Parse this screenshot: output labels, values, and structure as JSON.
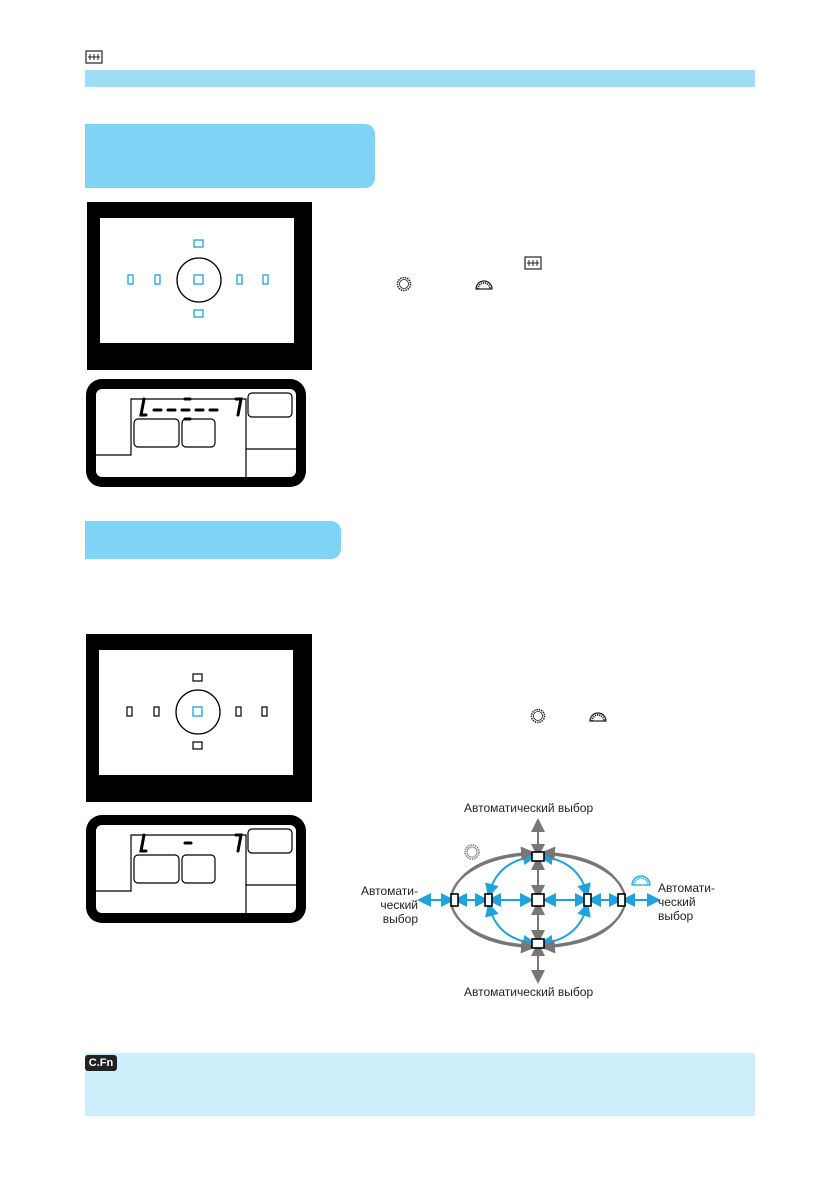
{
  "header": {
    "icon": "af-point-icon"
  },
  "viewfinder": {
    "af_points_highlight_all": "#1ea3dc",
    "af_points_highlight_center": "#1ea3dc"
  },
  "dial_icons": {
    "main_dial": "main-dial-icon",
    "quick_control_dial": "quick-control-dial-icon",
    "af_point_button": "af-point-selection-icon"
  },
  "diagram": {
    "top": "Автоматический выбор",
    "bottom": "Автоматический выбор",
    "left_line1": "Автомати-",
    "left_line2": "ческий",
    "left_line3": "выбор",
    "right_line1": "Автомати-",
    "right_line2": "ческий",
    "right_line3": "выбор"
  },
  "cfn": {
    "badge": "C.Fn"
  },
  "colors": {
    "accent_light": "#9fdcf5",
    "accent": "#7fd3f5",
    "note_bg": "#cdeefb",
    "arrow_blue": "#1ea3dc",
    "arrow_gray": "#777777"
  }
}
